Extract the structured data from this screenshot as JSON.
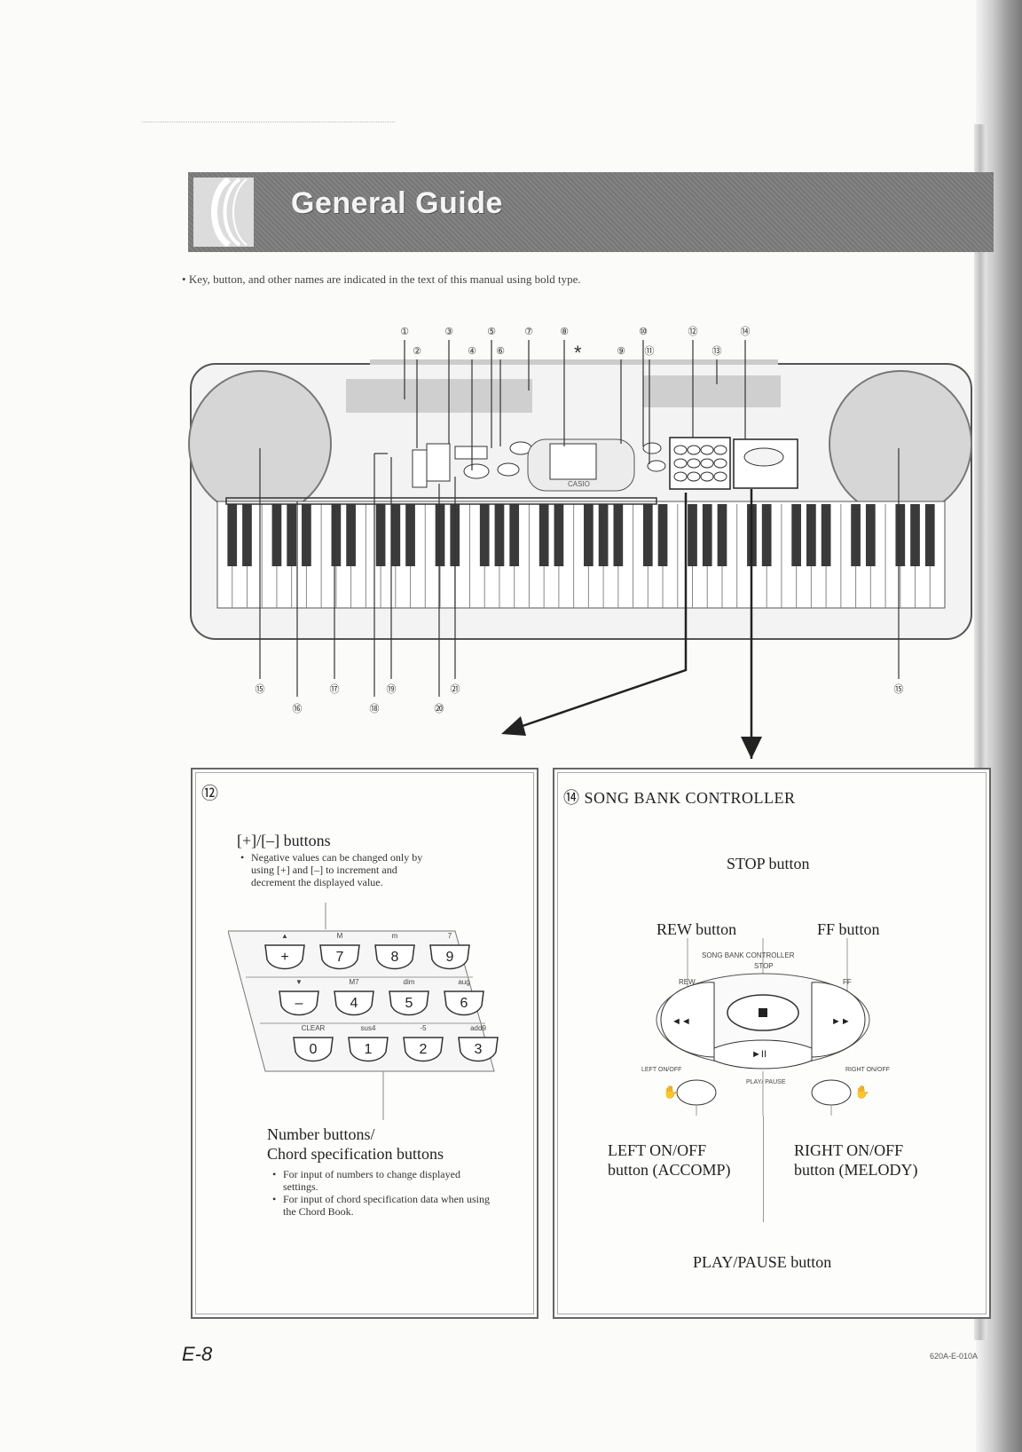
{
  "header": {
    "title": "General Guide",
    "note": "Key, button, and other names are indicated in the text of this manual using bold type."
  },
  "diagram": {
    "top_labels": [
      "①",
      "②",
      "③",
      "④",
      "⑤",
      "⑥",
      "⑦",
      "⑧",
      "⑨",
      "⑩",
      "⑪",
      "⑫",
      "⑬",
      "⑭"
    ],
    "asterisk": "*",
    "bottom_labels": [
      "⑮",
      "⑯",
      "⑰",
      "⑱",
      "⑲",
      "⑳",
      "㉑",
      "⑮"
    ],
    "brand": "CASIO"
  },
  "panel_left": {
    "number": "⑫",
    "pm_title": "[+]/[–] buttons",
    "pm_note": "Negative values can be changed only by using [+] and [–] to increment and decrement the displayed value.",
    "pad": {
      "row1_labels": [
        "▲",
        "M",
        "m",
        "7"
      ],
      "row1_keys": [
        "+",
        "7",
        "8",
        "9"
      ],
      "row2_labels": [
        "▼",
        "M7",
        "dim",
        "aug"
      ],
      "row2_keys": [
        "–",
        "4",
        "5",
        "6"
      ],
      "row3_labels": [
        "CLEAR",
        "sus4",
        "-5",
        "add9"
      ],
      "row3_keys": [
        "0",
        "1",
        "2",
        "3"
      ]
    },
    "num_title_line1": "Number buttons/",
    "num_title_line2": "Chord specification buttons",
    "num_notes": [
      "For input of numbers to change displayed settings.",
      "For input of chord specification data when using the Chord Book."
    ]
  },
  "panel_right": {
    "number": "⑭",
    "title": "SONG BANK CONTROLLER",
    "stop_label": "STOP button",
    "rew_label": "REW button",
    "ff_label": "FF button",
    "ctrl_title": "SONG BANK CONTROLLER",
    "ctrl_stop": "STOP",
    "ctrl_rew": "REW",
    "ctrl_ff": "FF",
    "ctrl_left": "LEFT ON/OFF",
    "ctrl_right": "RIGHT ON/OFF",
    "ctrl_play": "PLAY/ PAUSE",
    "left_label_line1": "LEFT ON/OFF",
    "left_label_line2": "button (ACCOMP)",
    "right_label_line1": "RIGHT ON/OFF",
    "right_label_line2": "button (MELODY)",
    "play_label": "PLAY/PAUSE button"
  },
  "footer": {
    "page": "E-8",
    "code": "620A-E-010A"
  }
}
